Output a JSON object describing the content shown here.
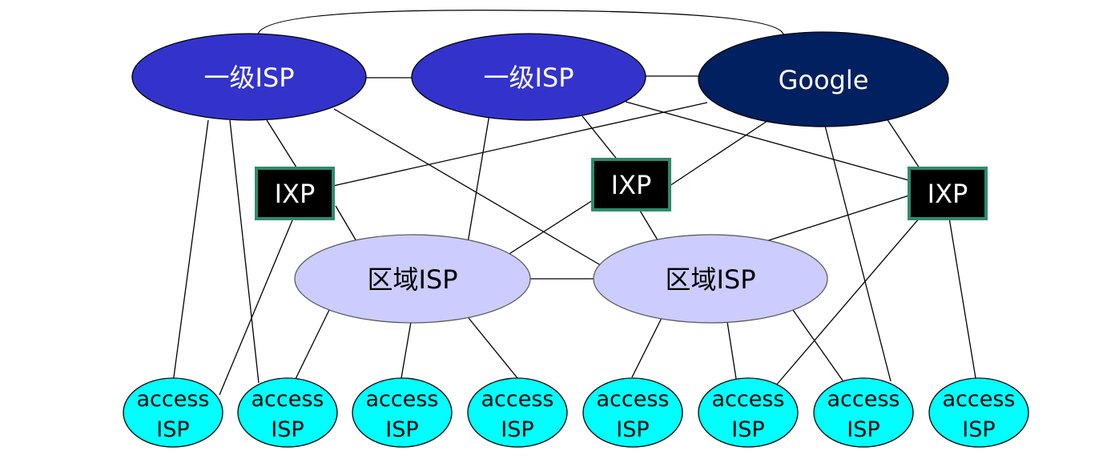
{
  "colors": {
    "tier1": "#3333cc",
    "google": "#002060",
    "regional": "#ccccff",
    "access": "#00ffff",
    "ixp_fill": "#000000",
    "ixp_border": "#2e8b6e",
    "line": "#000000"
  },
  "tier1": [
    {
      "label": "一级ISP"
    },
    {
      "label": "一级ISP"
    }
  ],
  "content_provider": {
    "label": "Google"
  },
  "ixps": [
    {
      "label": "IXP"
    },
    {
      "label": "IXP"
    },
    {
      "label": "IXP"
    }
  ],
  "regional": [
    {
      "label": "区域ISP"
    },
    {
      "label": "区域ISP"
    }
  ],
  "access": [
    {
      "line1": "access",
      "line2": "ISP"
    },
    {
      "line1": "access",
      "line2": "ISP"
    },
    {
      "line1": "access",
      "line2": "ISP"
    },
    {
      "line1": "access",
      "line2": "ISP"
    },
    {
      "line1": "access",
      "line2": "ISP"
    },
    {
      "line1": "access",
      "line2": "ISP"
    },
    {
      "line1": "access",
      "line2": "ISP"
    },
    {
      "line1": "access",
      "line2": "ISP"
    }
  ]
}
